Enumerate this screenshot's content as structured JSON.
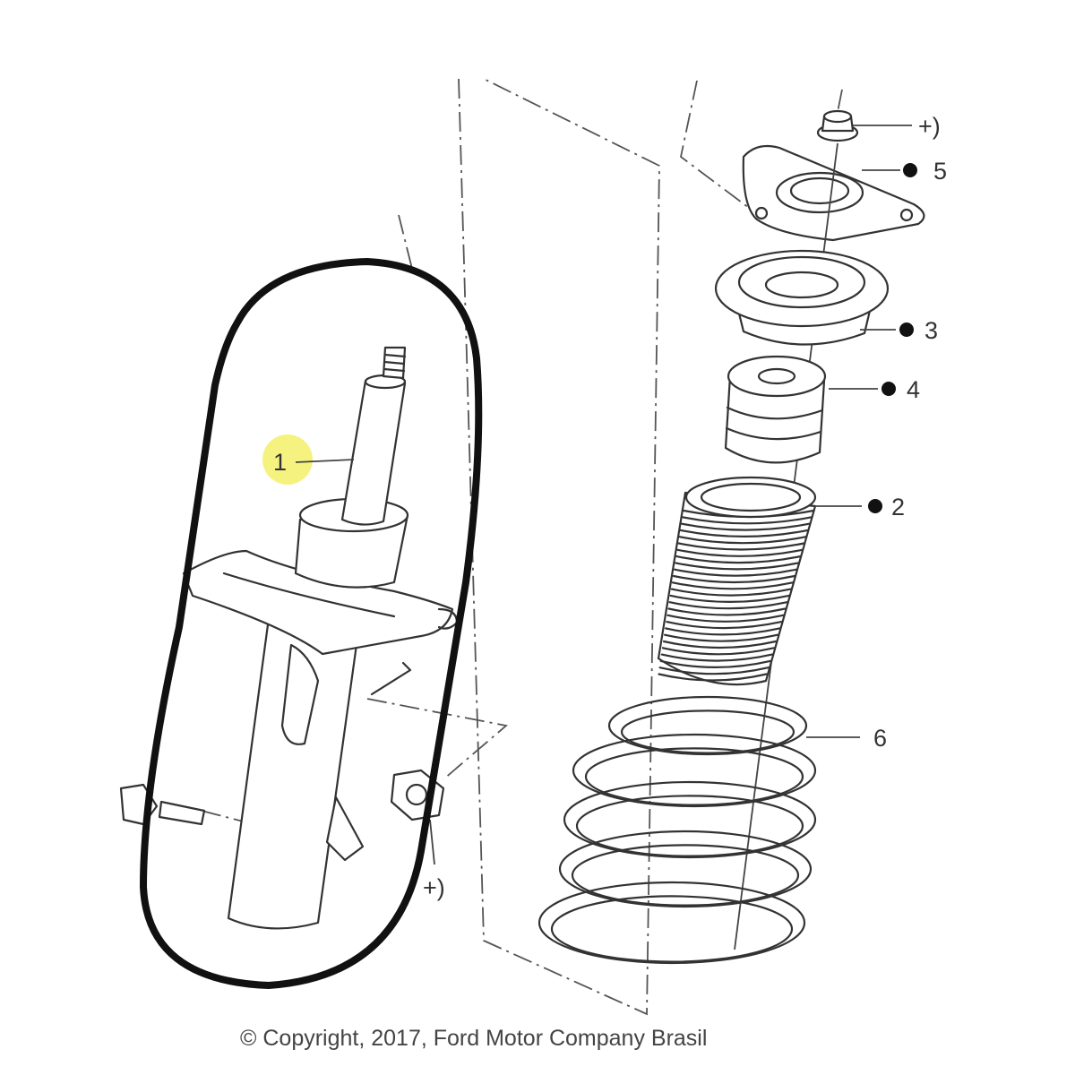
{
  "diagram": {
    "callouts": [
      {
        "number": "1",
        "bullet": false,
        "highlighted": true
      },
      {
        "number": "5",
        "bullet": true
      },
      {
        "number": "3",
        "bullet": true
      },
      {
        "number": "4",
        "bullet": true
      },
      {
        "number": "2",
        "bullet": true
      },
      {
        "number": "6",
        "bullet": false
      }
    ],
    "torque_marks": [
      "+)",
      "+)"
    ],
    "highlight_color": "#f3f06a",
    "outline_color": "#111111"
  },
  "footer": {
    "copyright": "© Copyright, 2017, Ford Motor Company Brasil"
  }
}
